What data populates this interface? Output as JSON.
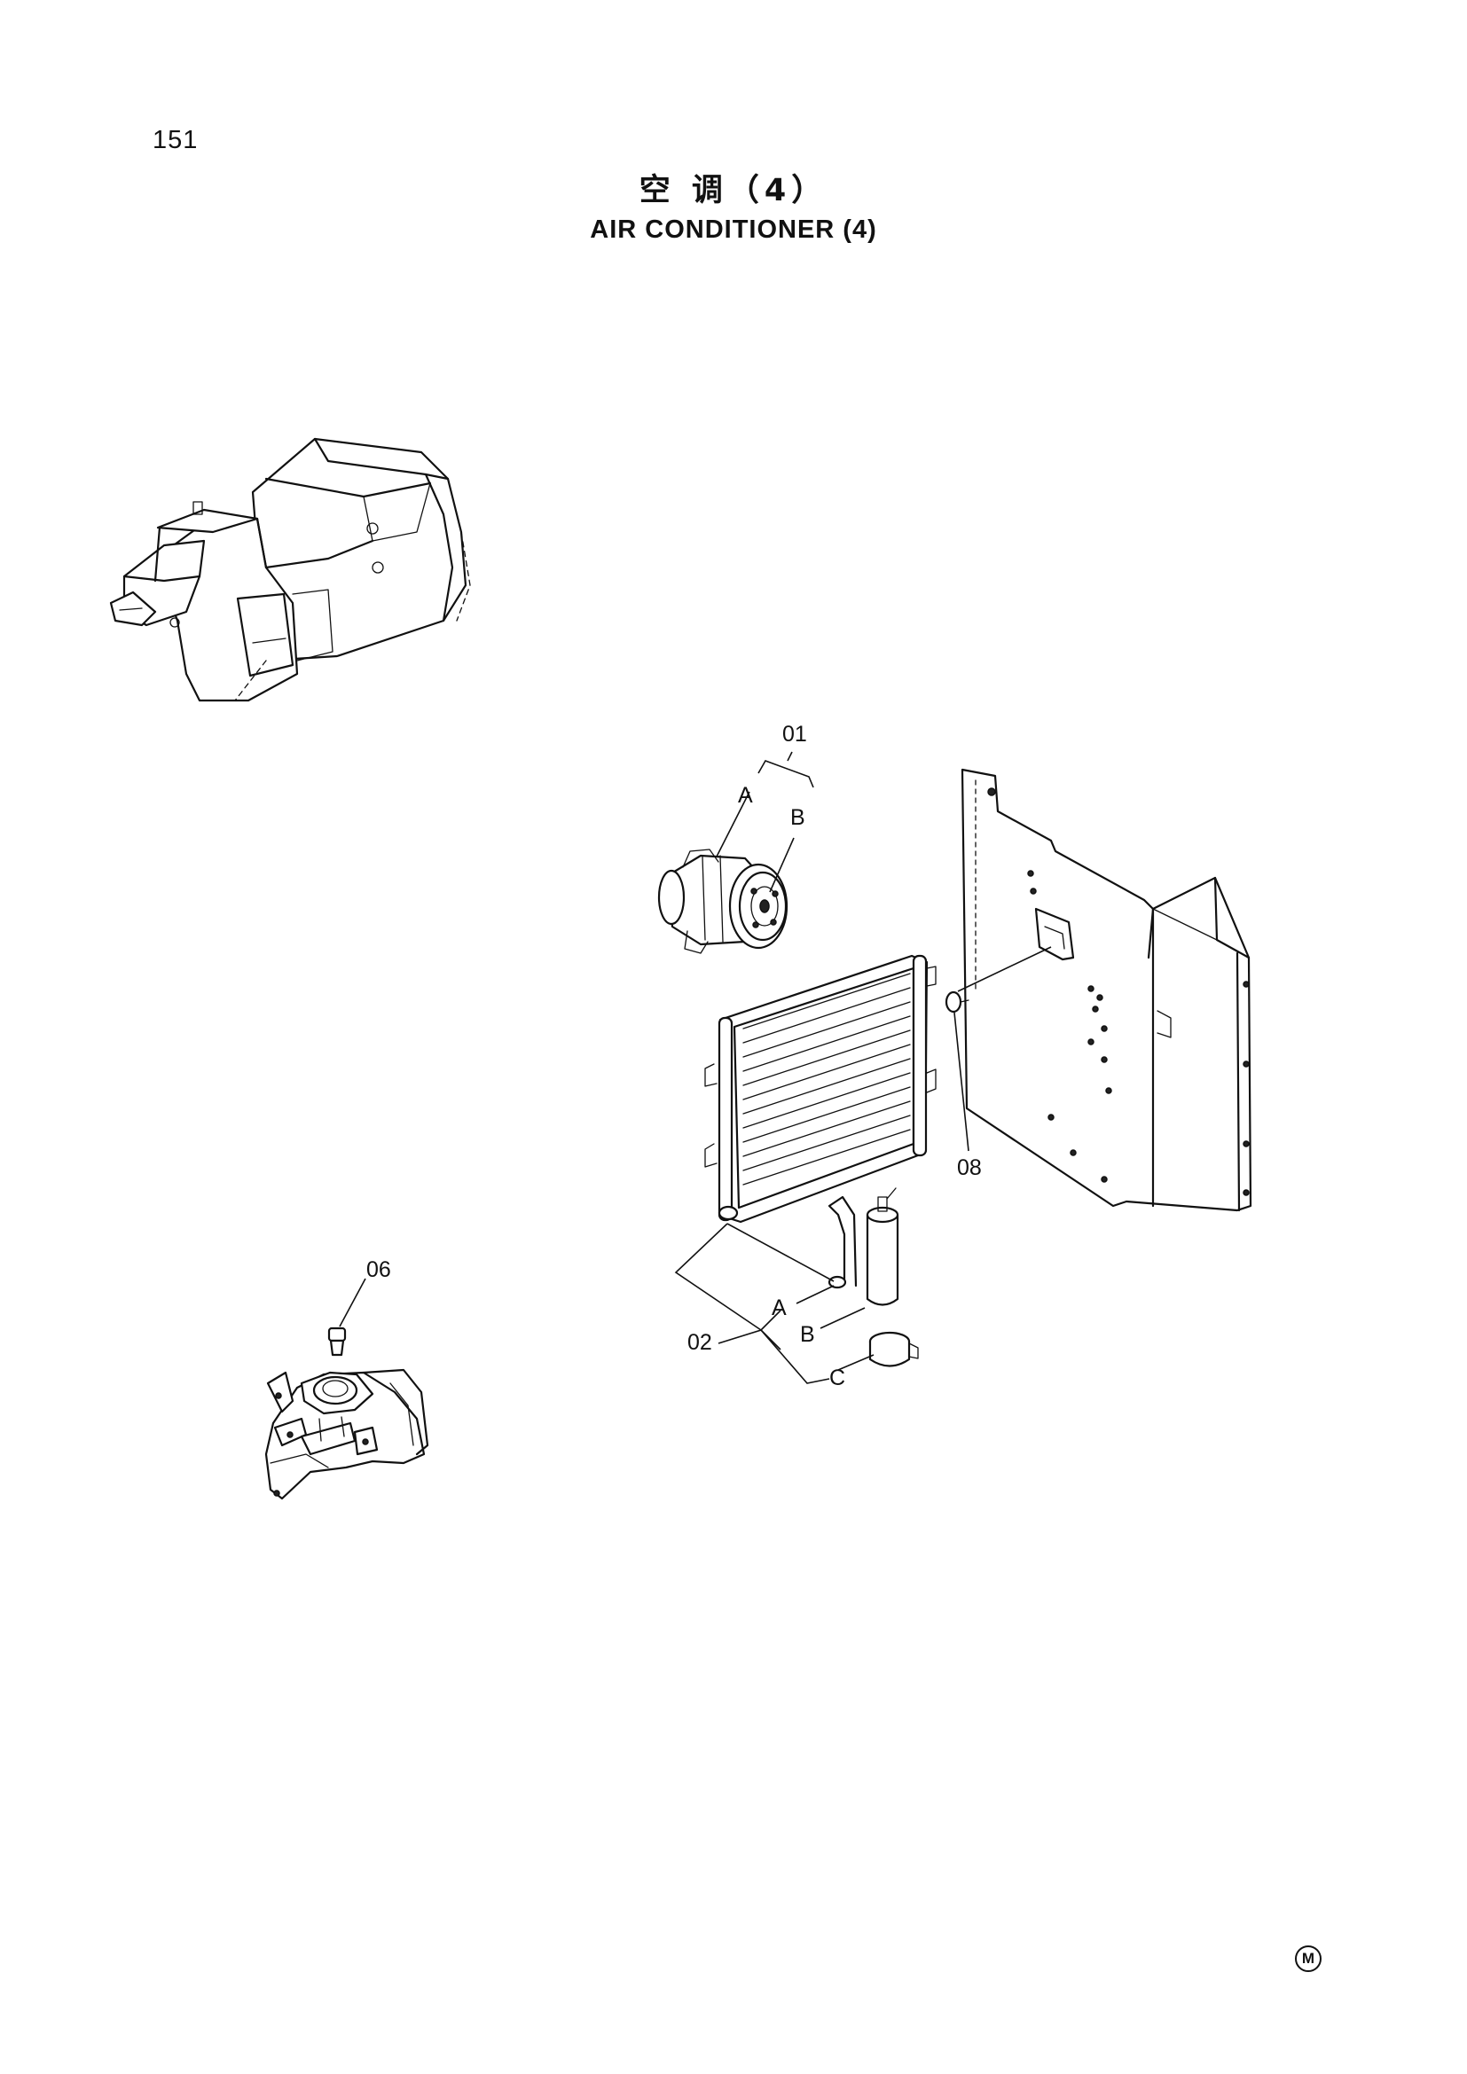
{
  "page": {
    "number": "151",
    "title_cn": "空  调（4）",
    "title_en": "AIR  CONDITIONER (4)",
    "mark": "M"
  },
  "callouts": {
    "c01": "01",
    "c01_a": "A",
    "c01_b": "B",
    "c02": "02",
    "c02_a": "A",
    "c02_b": "B",
    "c02_c": "C",
    "c06": "06",
    "c08": "08"
  }
}
